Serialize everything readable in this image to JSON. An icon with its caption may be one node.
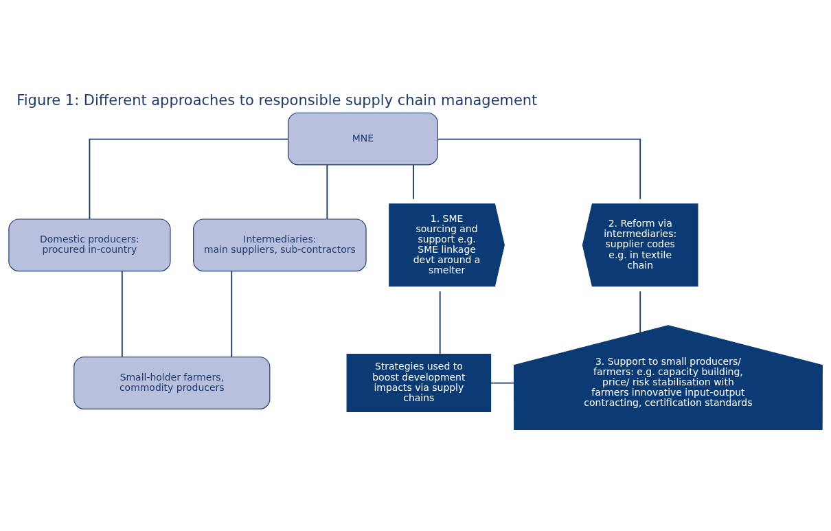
{
  "diagram": {
    "title": "Figure 1: Different approaches to responsible supply chain management",
    "nodes": [
      {
        "text": [
          "MNE"
        ]
      },
      {
        "text": [
          "Domestic producers:",
          "procured in-country"
        ]
      },
      {
        "text": [
          "Intermediaries:",
          "main suppliers, sub-contractors"
        ]
      },
      {
        "text": [
          "Small-holder farmers, commodity producers"
        ]
      },
      {
        "text": [
          "1. SME sourcing and support e.g. SME linkage devt around a smelter"
        ]
      },
      {
        "text": [
          "2. Reform via intermediaries: supplier codes e.g. in textile chain"
        ]
      },
      {
        "text": [
          "Strategies used to boost development impacts via supply chains"
        ]
      },
      {
        "text": [
          "3. Support to small producers/ farmers: e.g. capacity building, price/ risk stabilisation with farmers innovative input-output contracting, certification standards"
        ]
      }
    ],
    "edges": [
      {
        "from": 0,
        "to": 1,
        "arrow": "none"
      },
      {
        "from": 0,
        "to": 2,
        "arrow": "none"
      },
      {
        "from": 1,
        "to": 3,
        "arrow": "none"
      },
      {
        "from": 2,
        "to": 3,
        "arrow": "none"
      },
      {
        "from": 0,
        "to": 4,
        "arrow": "none"
      },
      {
        "from": 4,
        "to": 6,
        "arrow": "none"
      },
      {
        "from": 6,
        "to": 7,
        "arrow": "none"
      },
      {
        "from": 0,
        "to": 5,
        "arrow": "none"
      },
      {
        "from": 5,
        "to": 7,
        "arrow": "none"
      }
    ]
  }
}
